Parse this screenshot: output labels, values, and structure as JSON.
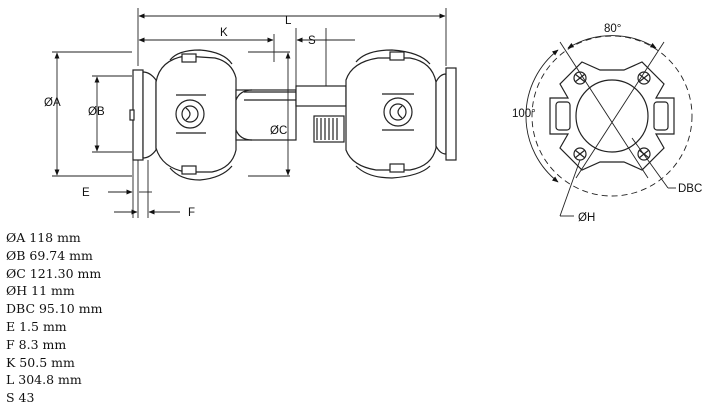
{
  "labels": {
    "dim_L": "L",
    "dim_K": "K",
    "dim_S": "S",
    "dim_A": "ØA",
    "dim_B": "ØB",
    "dim_C": "ØC",
    "dim_E": "E",
    "dim_F": "F",
    "angle_top": "80°",
    "angle_left": "100°",
    "dbc": "DBC",
    "hole": "ØH"
  },
  "specs": [
    "ØA 118 mm",
    "ØB 69.74 mm",
    "ØC 121.30 mm",
    "ØH 11 mm",
    "DBC 95.10 mm",
    "E 1.5 mm",
    "F 8.3 mm",
    "K 50.5 mm",
    "L 304.8 mm",
    "S 43"
  ]
}
